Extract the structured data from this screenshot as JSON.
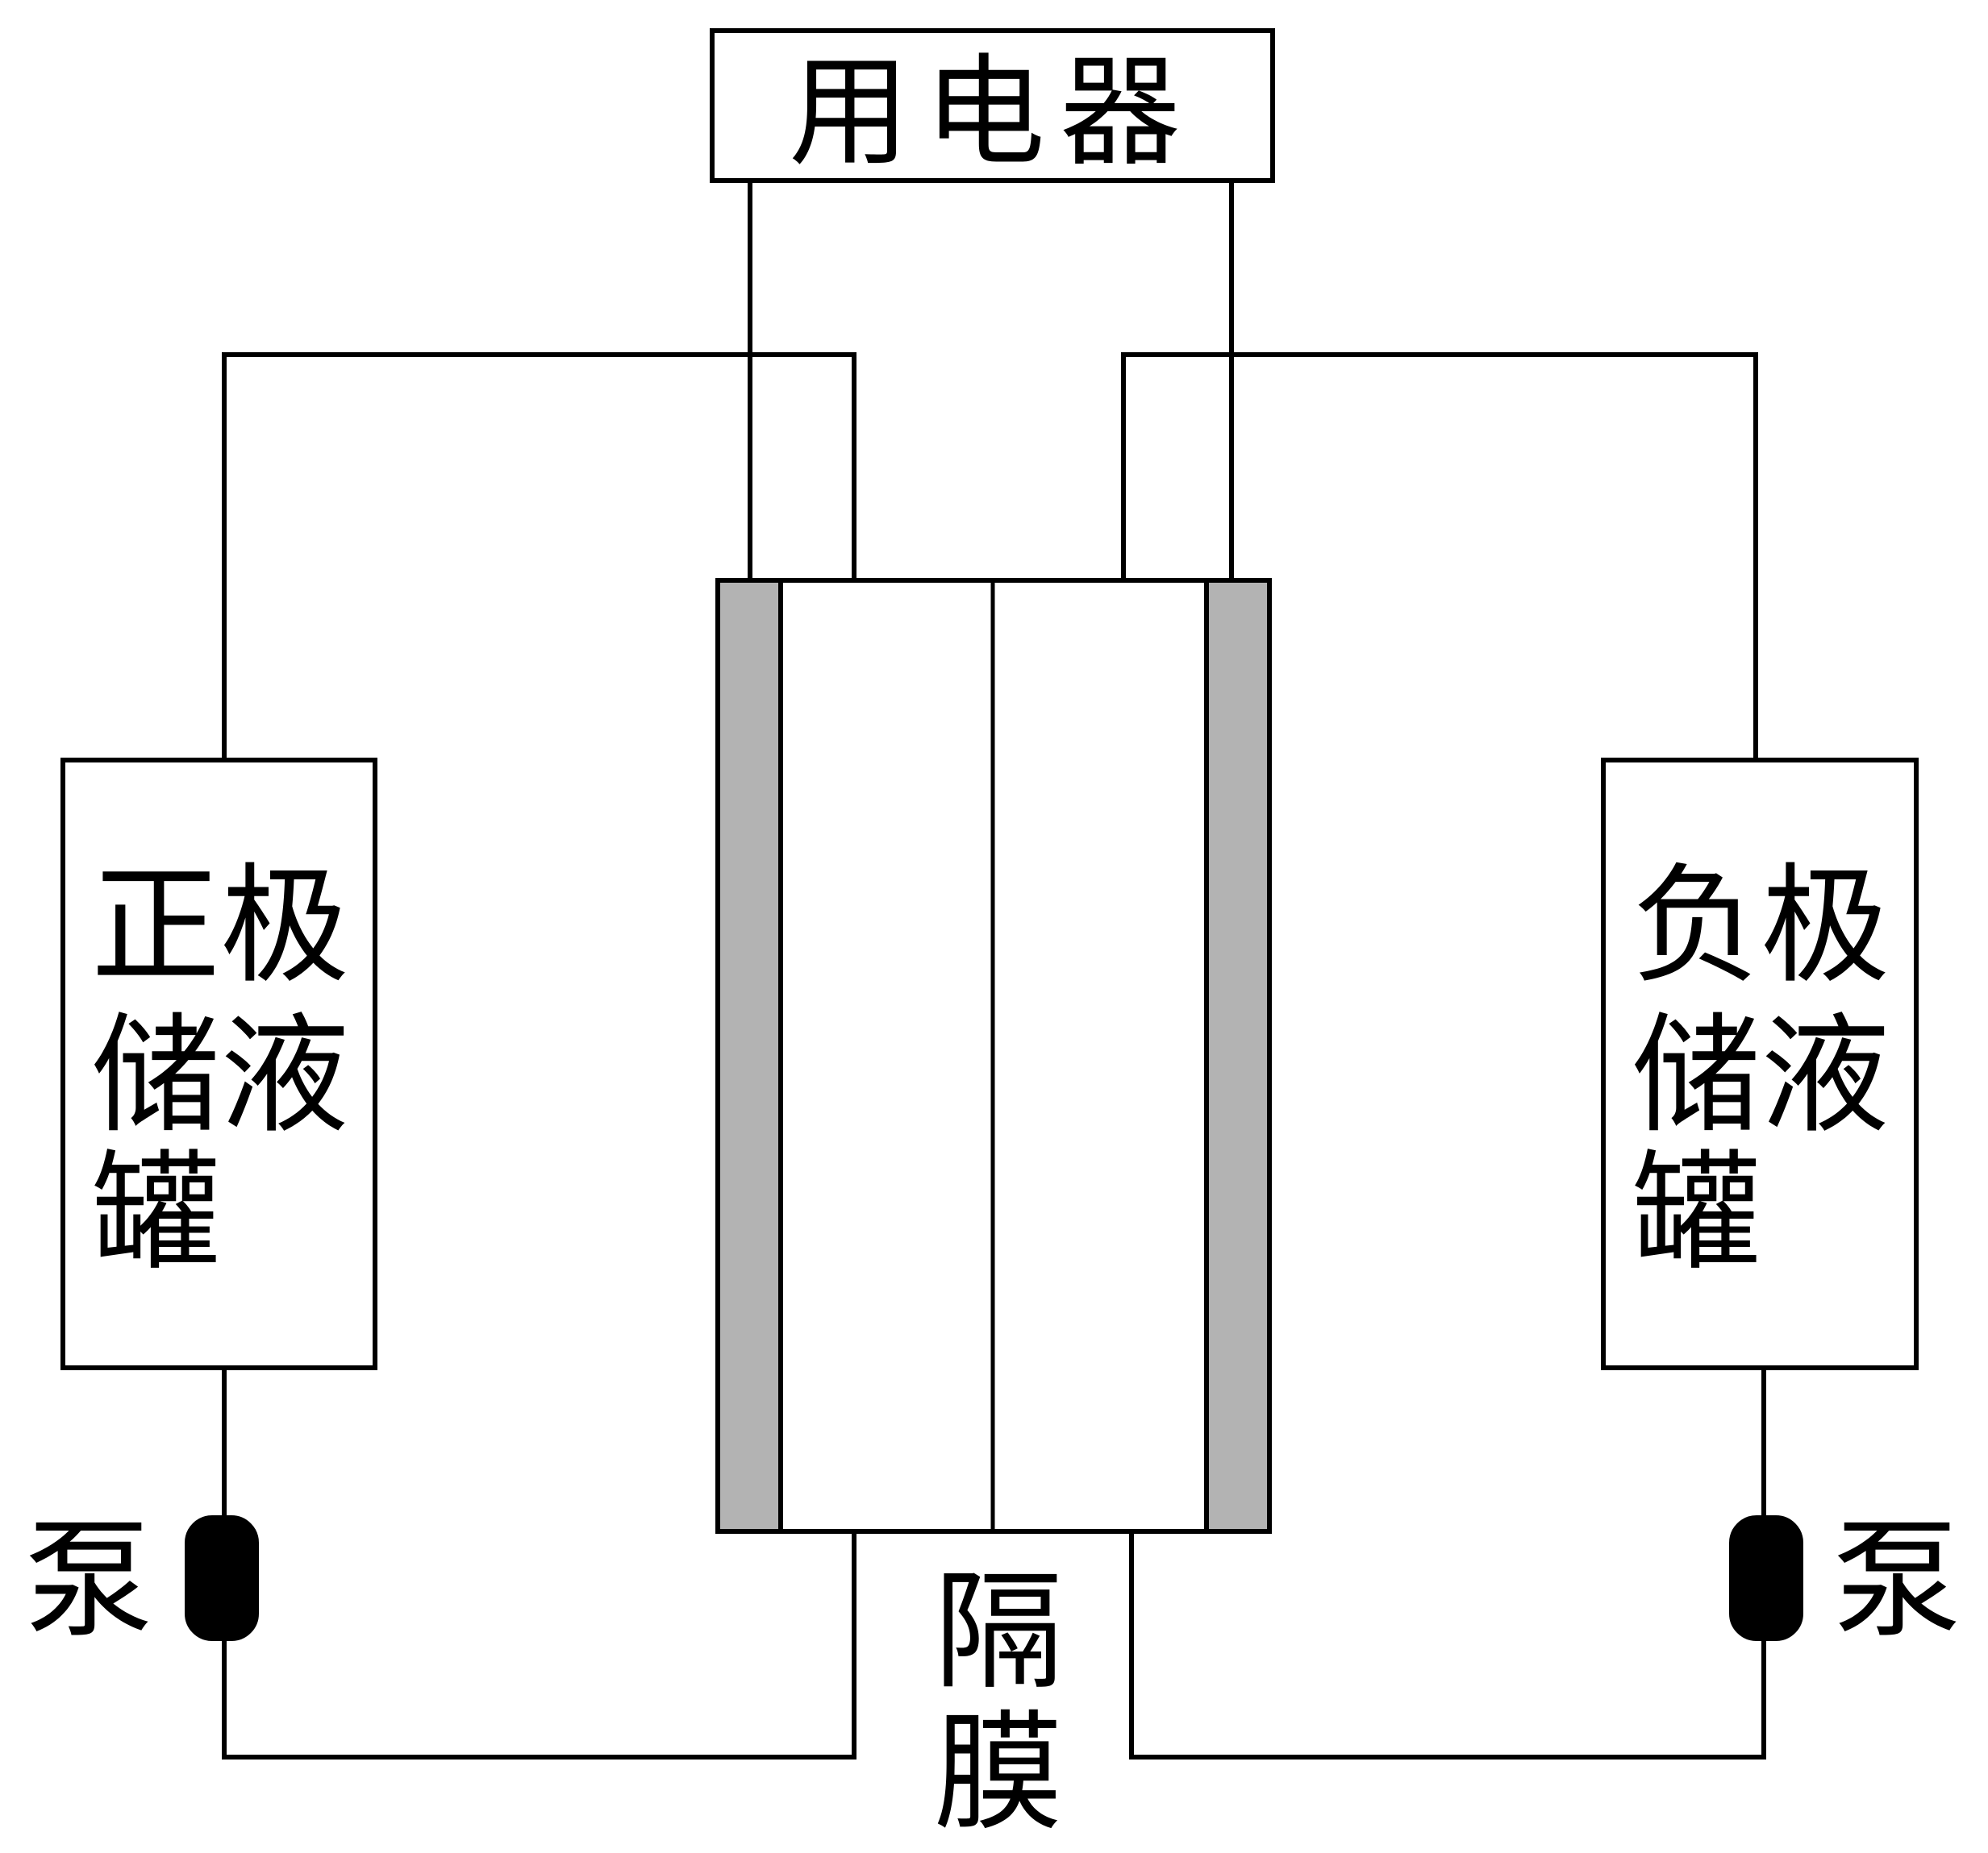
{
  "load": {
    "label": "用电器"
  },
  "positive_tank": {
    "lines": [
      "正极",
      "储液",
      "罐"
    ]
  },
  "negative_tank": {
    "lines": [
      "负极",
      "储液",
      "罐"
    ]
  },
  "pump_left": {
    "label": "泵"
  },
  "pump_right": {
    "label": "泵"
  },
  "membrane": {
    "lines": [
      "隔",
      "膜"
    ]
  },
  "colors": {
    "electrode": "#b3b3b3",
    "stroke": "#000000",
    "pump": "#000000",
    "background": "#ffffff"
  }
}
